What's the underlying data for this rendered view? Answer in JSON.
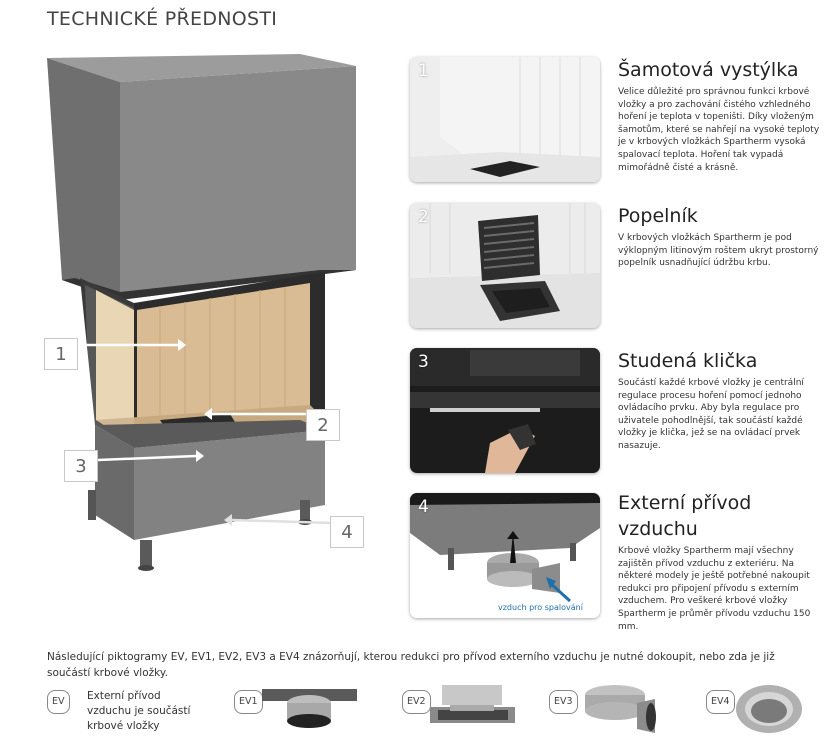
{
  "page_title": "TECHNICKÉ PŘEDNOSTI",
  "callouts": [
    "1",
    "2",
    "3",
    "4"
  ],
  "features": [
    {
      "num": "1",
      "title": "Šamotová vystýlka",
      "text": "Velice důležité pro správnou funkci krbové vložky a pro zachování čistého vzhledného hoření je teplota v topeništi. Díky vloženým šamotům, které se nahřejí na vysoké teploty je v krbových vložkách Spartherm vysoká spalovací teplota. Hoření tak vypadá mimořádně čisté a krásně."
    },
    {
      "num": "2",
      "title": "Popelník",
      "text": "V krbových vložkách Spartherm je pod výklopným litinovým roštem ukryt prostorný popelník usnadňující údržbu krbu."
    },
    {
      "num": "3",
      "title": "Studená klička",
      "text": "Součástí každé krbové vložky je centrální regulace procesu hoření pomocí jednoho ovládacího prvku. Aby byla regulace pro uživatele pohodlnější, tak součástí každé vložky je klička, jež se na ovládací prvek nasazuje."
    },
    {
      "num": "4",
      "title": "Externí přívod vzduchu",
      "text": "Krbové vložky Spartherm mají všechny zajištěn přívod vzduchu z exteriéru. Na některé modely je ještě potřebné nakoupit redukci pro připojení přívodu s externím vzduchem. Pro veškeré krbové vložky Spartherm je průměr přívodu vzduchu 150 mm.",
      "image_caption": "vzduch pro spalování"
    }
  ],
  "footer_text": "Následující piktogramy EV, EV1, EV2, EV3 a EV4 znázorňují, kterou redukci pro přívod externího vzduchu je nutné dokoupit, nebo zda je již součástí krbové vložky.",
  "pictograms": [
    {
      "label": "EV",
      "text": "Externí přívod vzduchu je součástí krbové vložky"
    },
    {
      "label": "EV1"
    },
    {
      "label": "EV2"
    },
    {
      "label": "EV3"
    },
    {
      "label": "EV4"
    }
  ],
  "colors": {
    "body_gray": "#7a7a7a",
    "top_gray": "#8c8c8c",
    "chamotte": "#d9bc93",
    "arrow_blue": "#1f6fa8"
  }
}
